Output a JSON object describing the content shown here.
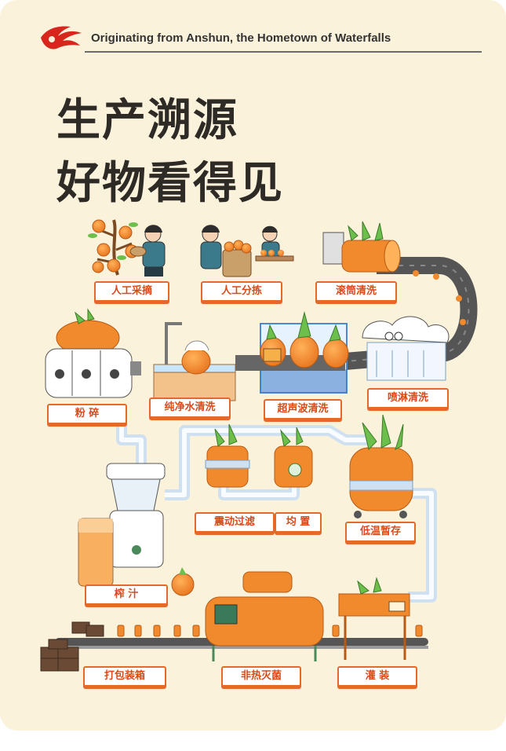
{
  "header": {
    "tagline": "Originating from Anshun, the Hometown of Waterfalls"
  },
  "title": {
    "line1": "生产溯源",
    "line2": "好物看得见"
  },
  "steps": [
    {
      "label": "人工采摘",
      "icon": "picking-icon"
    },
    {
      "label": "人工分拣",
      "icon": "sorting-icon"
    },
    {
      "label": "滚筒清洗",
      "icon": "drum-washer-icon"
    },
    {
      "label": "喷淋清洗",
      "icon": "spray-washer-icon"
    },
    {
      "label": "超声波清洗",
      "icon": "ultrasonic-washer-icon"
    },
    {
      "label": "纯净水清洗",
      "icon": "pure-water-tank-icon"
    },
    {
      "label": "粉 碎",
      "icon": "crusher-icon"
    },
    {
      "label": "榨 汁",
      "icon": "juicer-icon"
    },
    {
      "label": "震动过滤",
      "icon": "filter-tank-icon"
    },
    {
      "label": "均 置",
      "icon": "homogenizer-tank-icon"
    },
    {
      "label": "低温暂存",
      "icon": "cold-storage-tank-icon"
    },
    {
      "label": "灌 装",
      "icon": "filling-machine-icon"
    },
    {
      "label": "非热灭菌",
      "icon": "sterilizer-icon"
    },
    {
      "label": "打包装箱",
      "icon": "boxes-icon"
    }
  ],
  "colors": {
    "background": "#fbf2dc",
    "accent": "#e5692a",
    "label_text": "#d94a1a",
    "title": "#2e2a26",
    "fruit": "#f08a2c",
    "leaf": "#6cbf4a",
    "pipe": "#dce9f5",
    "belt": "#5a5a5a"
  }
}
